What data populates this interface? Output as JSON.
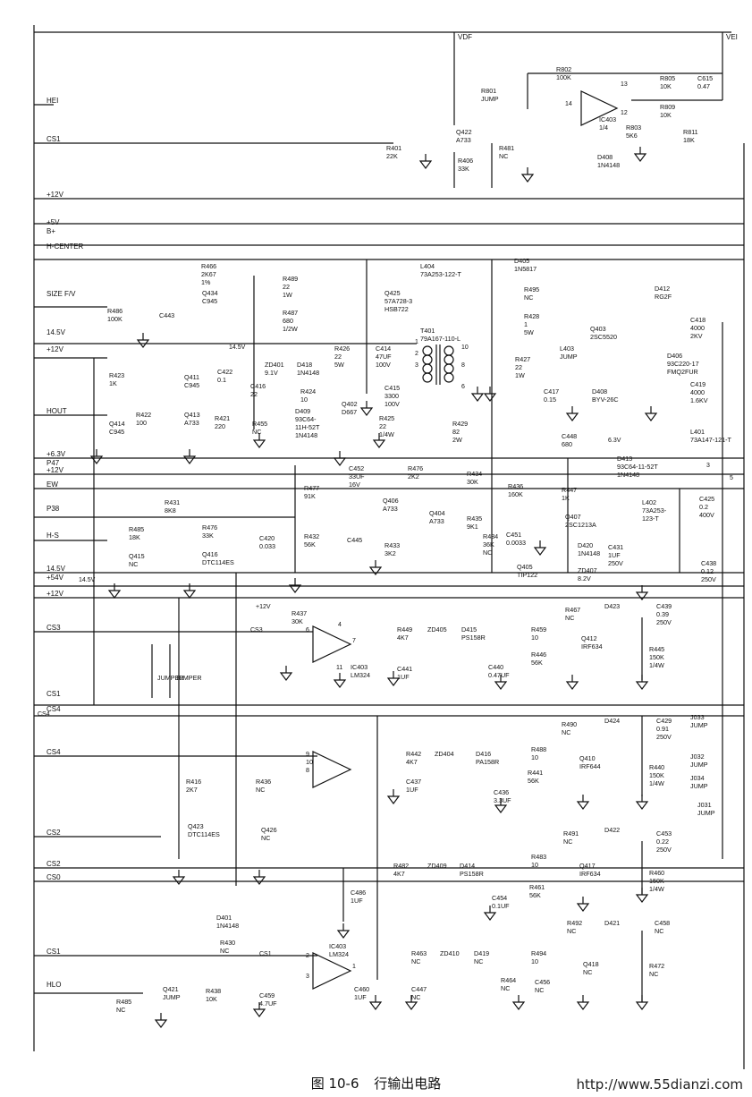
{
  "caption": {
    "figure": "图 10-6",
    "title": "行输出电路"
  },
  "watermark": "http://www.55dianzi.com",
  "inputs": [
    "HEI",
    "CS1",
    "+12V",
    "+5V",
    "B+",
    "H-CENTER",
    "SIZE  F/V",
    "14.5V",
    "+12V",
    "HOUT",
    "+6.3V",
    "P47",
    "+12V",
    "EW",
    "P38",
    "H-S",
    "14.5V",
    "+54V",
    "+12V",
    "CS3",
    "CS1",
    "CS4",
    "CS4",
    "CS2",
    "CS2",
    "CS0",
    "CS1",
    "HLO"
  ],
  "rails": [
    "VDF",
    "VEI"
  ],
  "components": [
    {
      "id": "R401",
      "lines": [
        "R401",
        "22K"
      ]
    },
    {
      "id": "Q422",
      "lines": [
        "Q422",
        "A733"
      ]
    },
    {
      "id": "R406",
      "lines": [
        "R406",
        "33K"
      ]
    },
    {
      "id": "R481",
      "lines": [
        "R481",
        "NC"
      ]
    },
    {
      "id": "R801",
      "lines": [
        "R801",
        "JUMP"
      ]
    },
    {
      "id": "R802",
      "lines": [
        "R802",
        "100K"
      ]
    },
    {
      "id": "R805",
      "lines": [
        "R805",
        "10K"
      ]
    },
    {
      "id": "C615",
      "lines": [
        "C615",
        "0.47"
      ]
    },
    {
      "id": "R809",
      "lines": [
        "R809",
        "10K"
      ]
    },
    {
      "id": "R811",
      "lines": [
        "R811",
        "18K"
      ]
    },
    {
      "id": "R803",
      "lines": [
        "R803",
        "5K6"
      ]
    },
    {
      "id": "IC403A",
      "lines": [
        "IC403",
        "1/4"
      ]
    },
    {
      "id": "D408",
      "lines": [
        "D408",
        "1N4148"
      ]
    },
    {
      "id": "L404",
      "lines": [
        "L404",
        "73A253-122-T"
      ]
    },
    {
      "id": "R466",
      "lines": [
        "R466",
        "2K67",
        "1%"
      ]
    },
    {
      "id": "Q434",
      "lines": [
        "Q434",
        "C945"
      ]
    },
    {
      "id": "R486",
      "lines": [
        "R486",
        "100K"
      ]
    },
    {
      "id": "C443",
      "lines": [
        "C443"
      ]
    },
    {
      "id": "R489",
      "lines": [
        "R489",
        "22",
        "1W"
      ]
    },
    {
      "id": "R487",
      "lines": [
        "R487",
        "680",
        "1/2W"
      ]
    },
    {
      "id": "Q425",
      "lines": [
        "Q425",
        "57A728-3",
        "HSB722"
      ]
    },
    {
      "id": "D405",
      "lines": [
        "D405",
        "1N5817"
      ]
    },
    {
      "id": "R495",
      "lines": [
        "R495",
        "NC"
      ]
    },
    {
      "id": "R428",
      "lines": [
        "R428",
        "1",
        "5W"
      ]
    },
    {
      "id": "D412",
      "lines": [
        "D412",
        "RG2F"
      ]
    },
    {
      "id": "Q403",
      "lines": [
        "Q403",
        "2SC5520"
      ]
    },
    {
      "id": "L403",
      "lines": [
        "L403",
        "JUMP"
      ]
    },
    {
      "id": "C418",
      "lines": [
        "C418",
        "4000",
        "2KV"
      ]
    },
    {
      "id": "D406",
      "lines": [
        "D406",
        "93C220-17",
        "FMQ2FUR"
      ]
    },
    {
      "id": "C419",
      "lines": [
        "C419",
        "4000",
        "1.6KV"
      ]
    },
    {
      "id": "T401",
      "lines": [
        "T401",
        "79A167-110-L"
      ]
    },
    {
      "id": "R426",
      "lines": [
        "R426",
        "22",
        "5W"
      ]
    },
    {
      "id": "C414",
      "lines": [
        "C414",
        "47UF",
        "100V"
      ]
    },
    {
      "id": "R427",
      "lines": [
        "R427",
        "22",
        "1W"
      ]
    },
    {
      "id": "C417",
      "lines": [
        "C417",
        "0.15"
      ]
    },
    {
      "id": "D408b",
      "lines": [
        "D408",
        "BYV-26C"
      ]
    },
    {
      "id": "R423",
      "lines": [
        "R423",
        "1K"
      ]
    },
    {
      "id": "Q411",
      "lines": [
        "Q411",
        "C945"
      ]
    },
    {
      "id": "C422",
      "lines": [
        "C422",
        "0.1"
      ]
    },
    {
      "id": "ZD401",
      "lines": [
        "ZD401",
        "9.1V"
      ]
    },
    {
      "id": "D418",
      "lines": [
        "D418",
        "1N4148"
      ]
    },
    {
      "id": "R424",
      "lines": [
        "R424",
        "10"
      ]
    },
    {
      "id": "C416",
      "lines": [
        "C416",
        "22"
      ]
    },
    {
      "id": "C415",
      "lines": [
        "C415",
        "3300",
        "100V"
      ]
    },
    {
      "id": "Q414",
      "lines": [
        "Q414",
        "C945"
      ]
    },
    {
      "id": "R422",
      "lines": [
        "R422",
        "100"
      ]
    },
    {
      "id": "Q413",
      "lines": [
        "Q413",
        "A733"
      ]
    },
    {
      "id": "R421",
      "lines": [
        "R421",
        "220"
      ]
    },
    {
      "id": "R455",
      "lines": [
        "R455",
        "NC"
      ]
    },
    {
      "id": "D409",
      "lines": [
        "D409",
        "93C64-",
        "11H-52T",
        "1N4148"
      ]
    },
    {
      "id": "Q402",
      "lines": [
        "Q402",
        "D667"
      ]
    },
    {
      "id": "R425",
      "lines": [
        "R425",
        "22",
        "1/4W"
      ]
    },
    {
      "id": "R429",
      "lines": [
        "R429",
        "82",
        "2W"
      ]
    },
    {
      "id": "C448",
      "lines": [
        "C448",
        "680"
      ]
    },
    {
      "id": "D413",
      "lines": [
        "D413",
        "93C64-11-52T",
        "1N4148"
      ]
    },
    {
      "id": "L401",
      "lines": [
        "L401",
        "73A147-121-T"
      ]
    },
    {
      "id": "C452",
      "lines": [
        "C452",
        "33UF",
        "16V"
      ]
    },
    {
      "id": "R476",
      "lines": [
        "R476",
        "2K2"
      ]
    },
    {
      "id": "R434",
      "lines": [
        "R434",
        "30K"
      ]
    },
    {
      "id": "R436",
      "lines": [
        "R436",
        "160K"
      ]
    },
    {
      "id": "R447",
      "lines": [
        "R447",
        "1K"
      ]
    },
    {
      "id": "Q407",
      "lines": [
        "Q407",
        "2SC1213A"
      ]
    },
    {
      "id": "R477",
      "lines": [
        "R477",
        "91K"
      ]
    },
    {
      "id": "R431",
      "lines": [
        "R431",
        "8K8"
      ]
    },
    {
      "id": "Q406",
      "lines": [
        "Q406",
        "A733"
      ]
    },
    {
      "id": "Q404",
      "lines": [
        "Q404",
        "A733"
      ]
    },
    {
      "id": "R435",
      "lines": [
        "R435",
        "9K1"
      ]
    },
    {
      "id": "L402",
      "lines": [
        "L402",
        "73A253-",
        "123-T"
      ]
    },
    {
      "id": "C425",
      "lines": [
        "C425",
        "0.2",
        "400V"
      ]
    },
    {
      "id": "R485",
      "lines": [
        "R485",
        "18K"
      ]
    },
    {
      "id": "R476b",
      "lines": [
        "R476",
        "33K"
      ]
    },
    {
      "id": "C420",
      "lines": [
        "C420",
        "0.033"
      ]
    },
    {
      "id": "R432",
      "lines": [
        "R432",
        "56K"
      ]
    },
    {
      "id": "C445",
      "lines": [
        "C445"
      ]
    },
    {
      "id": "R433",
      "lines": [
        "R433",
        "3K2"
      ]
    },
    {
      "id": "R484",
      "lines": [
        "R484",
        "36K",
        "NC"
      ]
    },
    {
      "id": "C451",
      "lines": [
        "C451",
        "0.0033"
      ]
    },
    {
      "id": "D420",
      "lines": [
        "D420",
        "1N4148"
      ]
    },
    {
      "id": "C431",
      "lines": [
        "C431",
        "1UF",
        "250V"
      ]
    },
    {
      "id": "C438",
      "lines": [
        "C438",
        "0.12",
        "250V"
      ]
    },
    {
      "id": "Q415",
      "lines": [
        "Q415",
        "NC"
      ]
    },
    {
      "id": "Q416",
      "lines": [
        "Q416",
        "DTC114ES"
      ]
    },
    {
      "id": "Q405",
      "lines": [
        "Q405",
        "TIP122"
      ]
    },
    {
      "id": "ZD407",
      "lines": [
        "ZD407",
        "8.2V"
      ]
    },
    {
      "id": "R437",
      "lines": [
        "R437",
        "30K"
      ]
    },
    {
      "id": "IC403B",
      "lines": [
        "IC403",
        "LM324"
      ]
    },
    {
      "id": "R449",
      "lines": [
        "R449",
        "4K7"
      ]
    },
    {
      "id": "ZD405",
      "lines": [
        "ZD405"
      ]
    },
    {
      "id": "D415",
      "lines": [
        "D415",
        "PS158R"
      ]
    },
    {
      "id": "C441",
      "lines": [
        "C441",
        "1UF"
      ]
    },
    {
      "id": "C440",
      "lines": [
        "C440",
        "0.47UF"
      ]
    },
    {
      "id": "R467",
      "lines": [
        "R467",
        "NC"
      ]
    },
    {
      "id": "D423",
      "lines": [
        "D423"
      ]
    },
    {
      "id": "C439",
      "lines": [
        "C439",
        "0.39",
        "250V"
      ]
    },
    {
      "id": "R459",
      "lines": [
        "R459",
        "10"
      ]
    },
    {
      "id": "R446",
      "lines": [
        "R446",
        "56K"
      ]
    },
    {
      "id": "Q412",
      "lines": [
        "Q412",
        "IRF634"
      ]
    },
    {
      "id": "R445",
      "lines": [
        "R445",
        "150K",
        "1/4W"
      ]
    },
    {
      "id": "JUMPER1",
      "lines": [
        "JUMPER"
      ]
    },
    {
      "id": "JUMPER2",
      "lines": [
        "JUMPER"
      ]
    },
    {
      "id": "IC403C",
      "lines": [
        "9",
        "10",
        "8"
      ]
    },
    {
      "id": "R442",
      "lines": [
        "R442",
        "4K7"
      ]
    },
    {
      "id": "ZD404",
      "lines": [
        "ZD404"
      ]
    },
    {
      "id": "D416",
      "lines": [
        "D416",
        "PA158R"
      ]
    },
    {
      "id": "C437",
      "lines": [
        "C437",
        "1UF"
      ]
    },
    {
      "id": "C436",
      "lines": [
        "C436",
        "3.3UF"
      ]
    },
    {
      "id": "R490",
      "lines": [
        "R490",
        "NC"
      ]
    },
    {
      "id": "D424",
      "lines": [
        "D424"
      ]
    },
    {
      "id": "C429",
      "lines": [
        "C429",
        "0.91",
        "250V"
      ]
    },
    {
      "id": "R488",
      "lines": [
        "R488",
        "10"
      ]
    },
    {
      "id": "R441",
      "lines": [
        "R441",
        "56K"
      ]
    },
    {
      "id": "Q410",
      "lines": [
        "Q410",
        "IRF644"
      ]
    },
    {
      "id": "R440",
      "lines": [
        "R440",
        "150K",
        "1/4W"
      ]
    },
    {
      "id": "J033",
      "lines": [
        "J033",
        "JUMP"
      ]
    },
    {
      "id": "J032",
      "lines": [
        "J032",
        "JUMP"
      ]
    },
    {
      "id": "J034",
      "lines": [
        "J034",
        "JUMP"
      ]
    },
    {
      "id": "J031",
      "lines": [
        "J031",
        "JUMP"
      ]
    },
    {
      "id": "R416",
      "lines": [
        "R416",
        "2K7"
      ]
    },
    {
      "id": "R436b",
      "lines": [
        "R436",
        "NC"
      ]
    },
    {
      "id": "Q423",
      "lines": [
        "Q423",
        "DTC114ES"
      ]
    },
    {
      "id": "Q426",
      "lines": [
        "Q426",
        "NC"
      ]
    },
    {
      "id": "R482",
      "lines": [
        "R482",
        "4K7"
      ]
    },
    {
      "id": "ZD409",
      "lines": [
        "ZD409"
      ]
    },
    {
      "id": "D414",
      "lines": [
        "D414",
        "PS158R"
      ]
    },
    {
      "id": "C486",
      "lines": [
        "C486",
        "1UF"
      ]
    },
    {
      "id": "C454",
      "lines": [
        "C454",
        "0.1UF"
      ]
    },
    {
      "id": "R491",
      "lines": [
        "R491",
        "NC"
      ]
    },
    {
      "id": "D422",
      "lines": [
        "D422"
      ]
    },
    {
      "id": "C453",
      "lines": [
        "C453",
        "0.22",
        "250V"
      ]
    },
    {
      "id": "R483",
      "lines": [
        "R483",
        "10"
      ]
    },
    {
      "id": "R461",
      "lines": [
        "R461",
        "56K"
      ]
    },
    {
      "id": "Q417",
      "lines": [
        "Q417",
        "IRF634"
      ]
    },
    {
      "id": "R460",
      "lines": [
        "R460",
        "150K",
        "1/4W"
      ]
    },
    {
      "id": "D401",
      "lines": [
        "D401",
        "1N4148"
      ]
    },
    {
      "id": "R430",
      "lines": [
        "R430",
        "NC"
      ]
    },
    {
      "id": "IC403D",
      "lines": [
        "IC403",
        "LM324"
      ]
    },
    {
      "id": "R463",
      "lines": [
        "R463",
        "NC"
      ]
    },
    {
      "id": "ZD410",
      "lines": [
        "ZD410"
      ]
    },
    {
      "id": "D419",
      "lines": [
        "D419",
        "NC"
      ]
    },
    {
      "id": "R492",
      "lines": [
        "R492",
        "NC"
      ]
    },
    {
      "id": "D421",
      "lines": [
        "D421"
      ]
    },
    {
      "id": "C458",
      "lines": [
        "C458",
        "NC"
      ]
    },
    {
      "id": "R494",
      "lines": [
        "R494",
        "10"
      ]
    },
    {
      "id": "Q418",
      "lines": [
        "Q418",
        "NC"
      ]
    },
    {
      "id": "R472",
      "lines": [
        "R472",
        "NC"
      ]
    },
    {
      "id": "R464",
      "lines": [
        "R464",
        "NC"
      ]
    },
    {
      "id": "C456",
      "lines": [
        "C456",
        "NC"
      ]
    },
    {
      "id": "C460",
      "lines": [
        "C460",
        "1UF"
      ]
    },
    {
      "id": "C447",
      "lines": [
        "C447",
        "NC"
      ]
    },
    {
      "id": "Q421",
      "lines": [
        "Q421",
        "JUMP"
      ]
    },
    {
      "id": "R438",
      "lines": [
        "R438",
        "10K"
      ]
    },
    {
      "id": "R485b",
      "lines": [
        "R485",
        "NC"
      ]
    },
    {
      "id": "C459",
      "lines": [
        "C459",
        "4.7UF"
      ]
    }
  ],
  "pins": [
    "13",
    "14",
    "12",
    "1",
    "3",
    "2",
    "10",
    "6",
    "8",
    "6",
    "7",
    "4",
    "11",
    "2",
    "3",
    "1",
    "6.3V",
    "14.5V",
    "14.5V",
    "+12V",
    "CS3",
    "CS4",
    "CS1",
    "3",
    "5"
  ]
}
